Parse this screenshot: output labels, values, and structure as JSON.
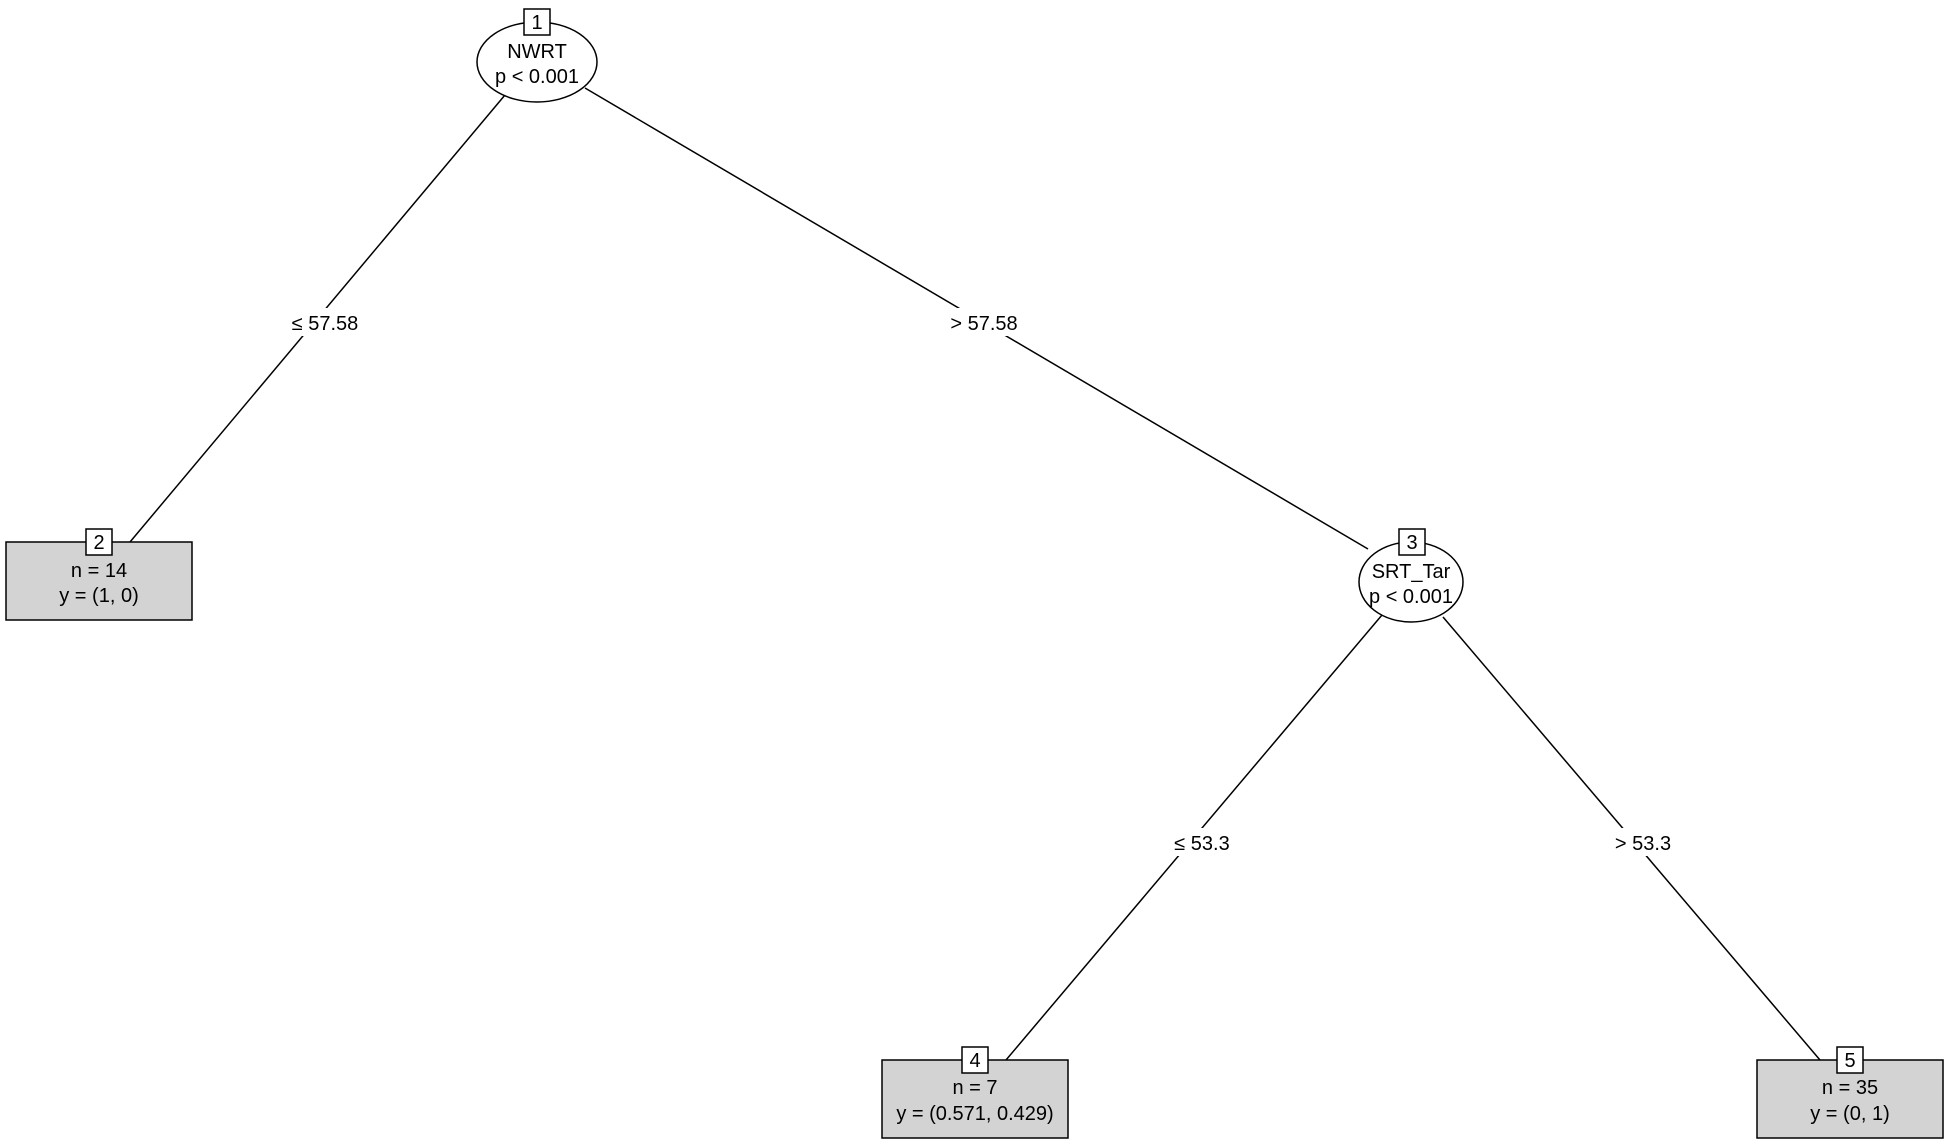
{
  "tree": {
    "nodes": [
      {
        "id": "1",
        "type": "inner",
        "variable": "NWRT",
        "p_value": "p < 0.001"
      },
      {
        "id": "2",
        "type": "terminal",
        "n": "n = 14",
        "y": "y = (1, 0)"
      },
      {
        "id": "3",
        "type": "inner",
        "variable": "SRT_Tar",
        "p_value": "p < 0.001"
      },
      {
        "id": "4",
        "type": "terminal",
        "n": "n = 7",
        "y": "y = (0.571, 0.429)"
      },
      {
        "id": "5",
        "type": "terminal",
        "n": "n = 35",
        "y": "y = (0, 1)"
      }
    ],
    "edges": [
      {
        "from": "1",
        "to": "2",
        "label": "≤ 57.58"
      },
      {
        "from": "1",
        "to": "3",
        "label": "> 57.58"
      },
      {
        "from": "3",
        "to": "4",
        "label": "≤ 53.3"
      },
      {
        "from": "3",
        "to": "5",
        "label": "> 53.3"
      }
    ],
    "colors": {
      "terminal_fill": "#d3d3d3",
      "line": "#000000",
      "background": "#ffffff"
    }
  }
}
